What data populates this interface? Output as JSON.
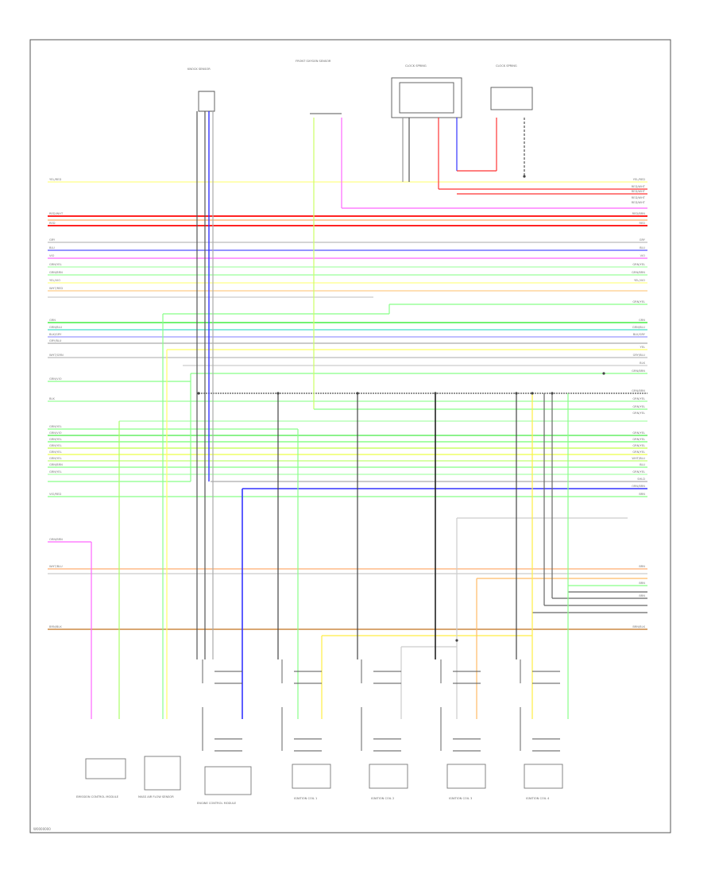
{
  "diagram": {
    "footer_code": "W0000000",
    "top_labels": [
      "KNOCK SENSOR",
      "FRONT OXYGEN SENSOR",
      "CLOCK SPRING",
      "CLOCK SPRING"
    ],
    "bottom_labels": [
      "EMISSION CONTROL MODULE",
      "MASS AIR FLOW SENSOR",
      "ENGINE CONTROL MODULE",
      "IGNITION COIL 1",
      "IGNITION COIL 2",
      "IGNITION COIL 3",
      "IGNITION COIL 4"
    ],
    "left_wire_labels": [
      "YEL/RED",
      "RED/WHT",
      "RED",
      "GRY",
      "BLU",
      "VIO",
      "GRN/YEL",
      "GRN/BRN",
      "YEL/VIO",
      "WHT/RED",
      "GRN",
      "GRN/BLU",
      "BLK/GRY",
      "GRY/BLU",
      "WHT/GRN",
      "GRN/VIO",
      "BLK",
      "GRN/YEL",
      "GRN/VIO",
      "GRN/YEL",
      "GRN/YEL",
      "GRN/YEL",
      "GRN/YEL",
      "GRN/BRN",
      "GRN/YEL",
      "VIO/RED",
      "ORN/BRN",
      "WHT/BLU",
      "BRN/BLK"
    ],
    "right_wire_labels": [
      "YEL/RED",
      "RED/WHT",
      "RED/WHT",
      "RED/WHT",
      "RED/WHT",
      "RED/BRN",
      "RED",
      "GRY",
      "BLU",
      "VIO",
      "GRN/YEL",
      "GRN/BRN",
      "YEL/VIO",
      "GRN/YEL",
      "GRN",
      "GRN/BLU",
      "BLK/GRY",
      "YEL",
      "GRY/BLU",
      "BLK",
      "GRN/BRN",
      "GRN/BRN",
      "GRN/YEL",
      "GRN/YEL",
      "GRN/YEL",
      "GRN/YEL",
      "GRN/YEL",
      "GRN/YEL",
      "GRN/YEL",
      "WHT/BLU",
      "BLU",
      "GRN/YEL",
      "SHLD",
      "ORN/BRN",
      "BRN",
      "BRN",
      "BRN",
      "BRN",
      "BRN/BLK"
    ],
    "colors": {
      "yellow": "#ffff66",
      "red": "#ff2222",
      "pink": "#ff66ff",
      "blue": "#3333ff",
      "green": "#44ee44",
      "lightgreen": "#88ff88",
      "grey": "#aaaaaa",
      "dark": "#222222",
      "brown": "#cc8844",
      "orange": "#ffaa66",
      "violet": "#cc99ff"
    }
  }
}
